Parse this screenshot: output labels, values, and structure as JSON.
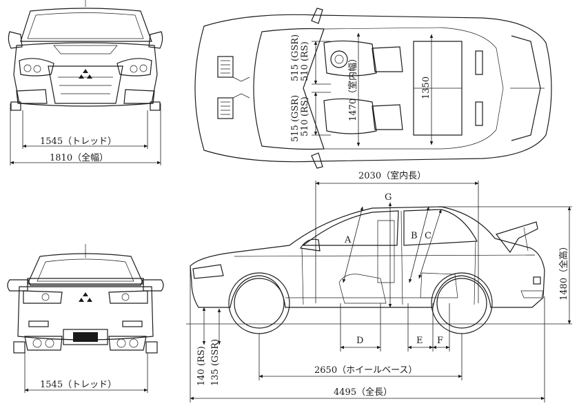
{
  "diagram": {
    "front": {
      "track": "1545（トレッド）",
      "width": "1810（全幅）"
    },
    "top": {
      "upper_gsr": "515 (GSR)",
      "upper_rs": "510 (RS)",
      "lower_gsr": "515 (GSR)",
      "lower_rs": "510 (RS)",
      "interior_width": "1470（室内幅）",
      "rear_width": "1350"
    },
    "side": {
      "interior_length": "2030（室内長）",
      "label_g": "G",
      "label_a": "A",
      "label_b": "B",
      "label_c": "C",
      "label_d": "D",
      "label_e": "E",
      "label_f": "F",
      "clearance_rs": "140 (RS)",
      "clearance_gsr": "135 (GSR)",
      "wheelbase": "2650（ホイールベース）",
      "length": "4495（全長）",
      "height": "1480（全高）"
    },
    "rear": {
      "track": "1545（トレッド）"
    }
  }
}
